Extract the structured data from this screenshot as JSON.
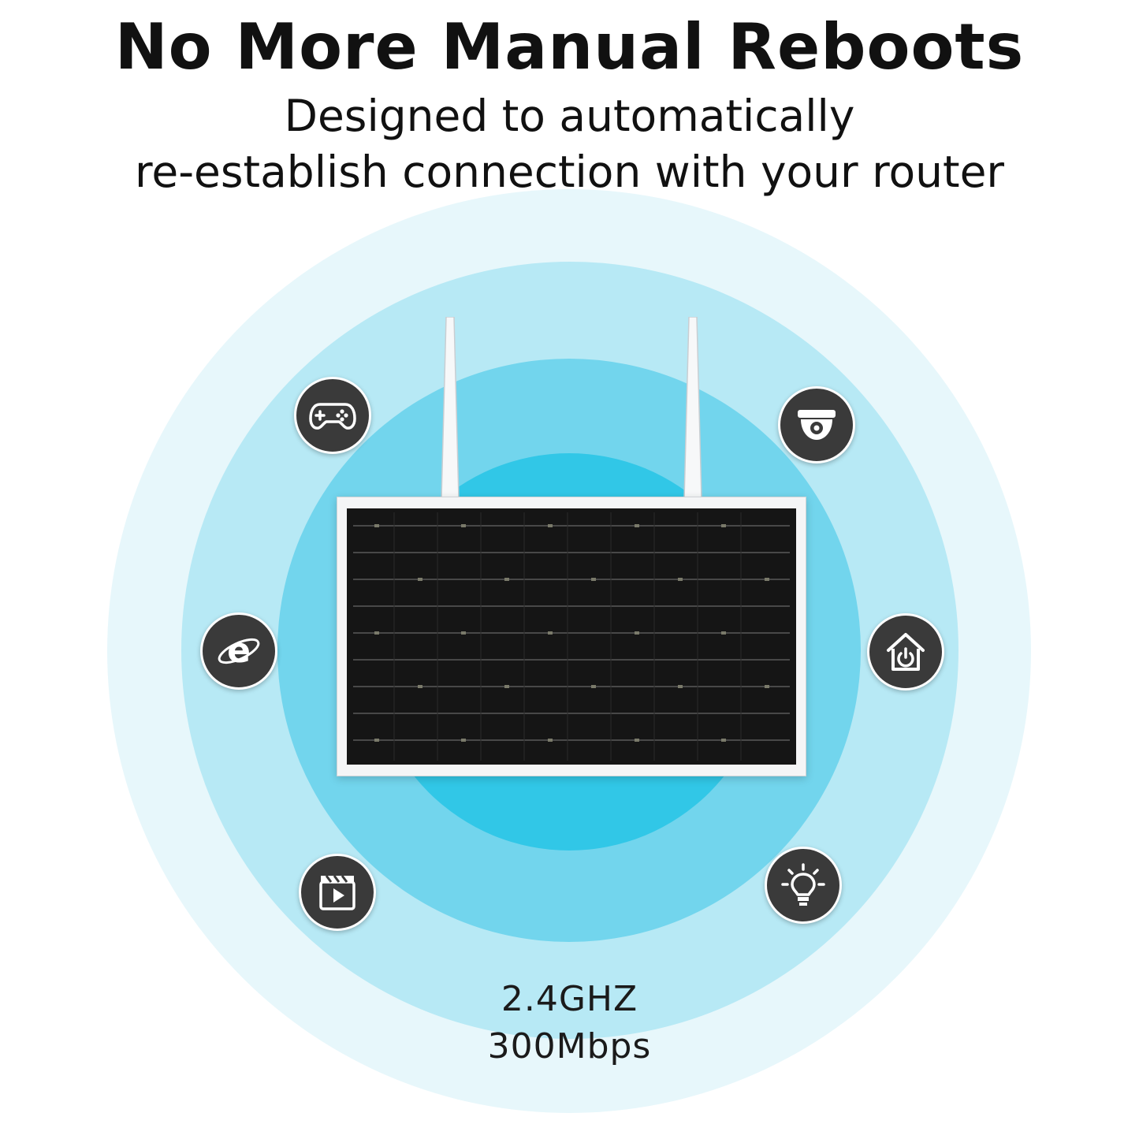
{
  "headline": "No More Manual Reboots",
  "subheadline": {
    "line1": "Designed to automatically",
    "line2": "re-establish connection with your router"
  },
  "specs": {
    "frequency": "2.4GHZ",
    "speed": "300Mbps"
  },
  "icons": {
    "top_left": "gamepad-icon",
    "top_right": "security-camera-icon",
    "middle_left": "internet-browser-icon",
    "middle_right": "smart-home-icon",
    "bottom_left": "video-play-icon",
    "bottom_right": "light-bulb-icon"
  },
  "colors": {
    "ring_outer": "#e6f7fb",
    "ring_2": "#b6e8f4",
    "ring_3": "#6fd3ec",
    "ring_inner": "#2fc6e6",
    "icon_badge": "#3a3a3a"
  }
}
